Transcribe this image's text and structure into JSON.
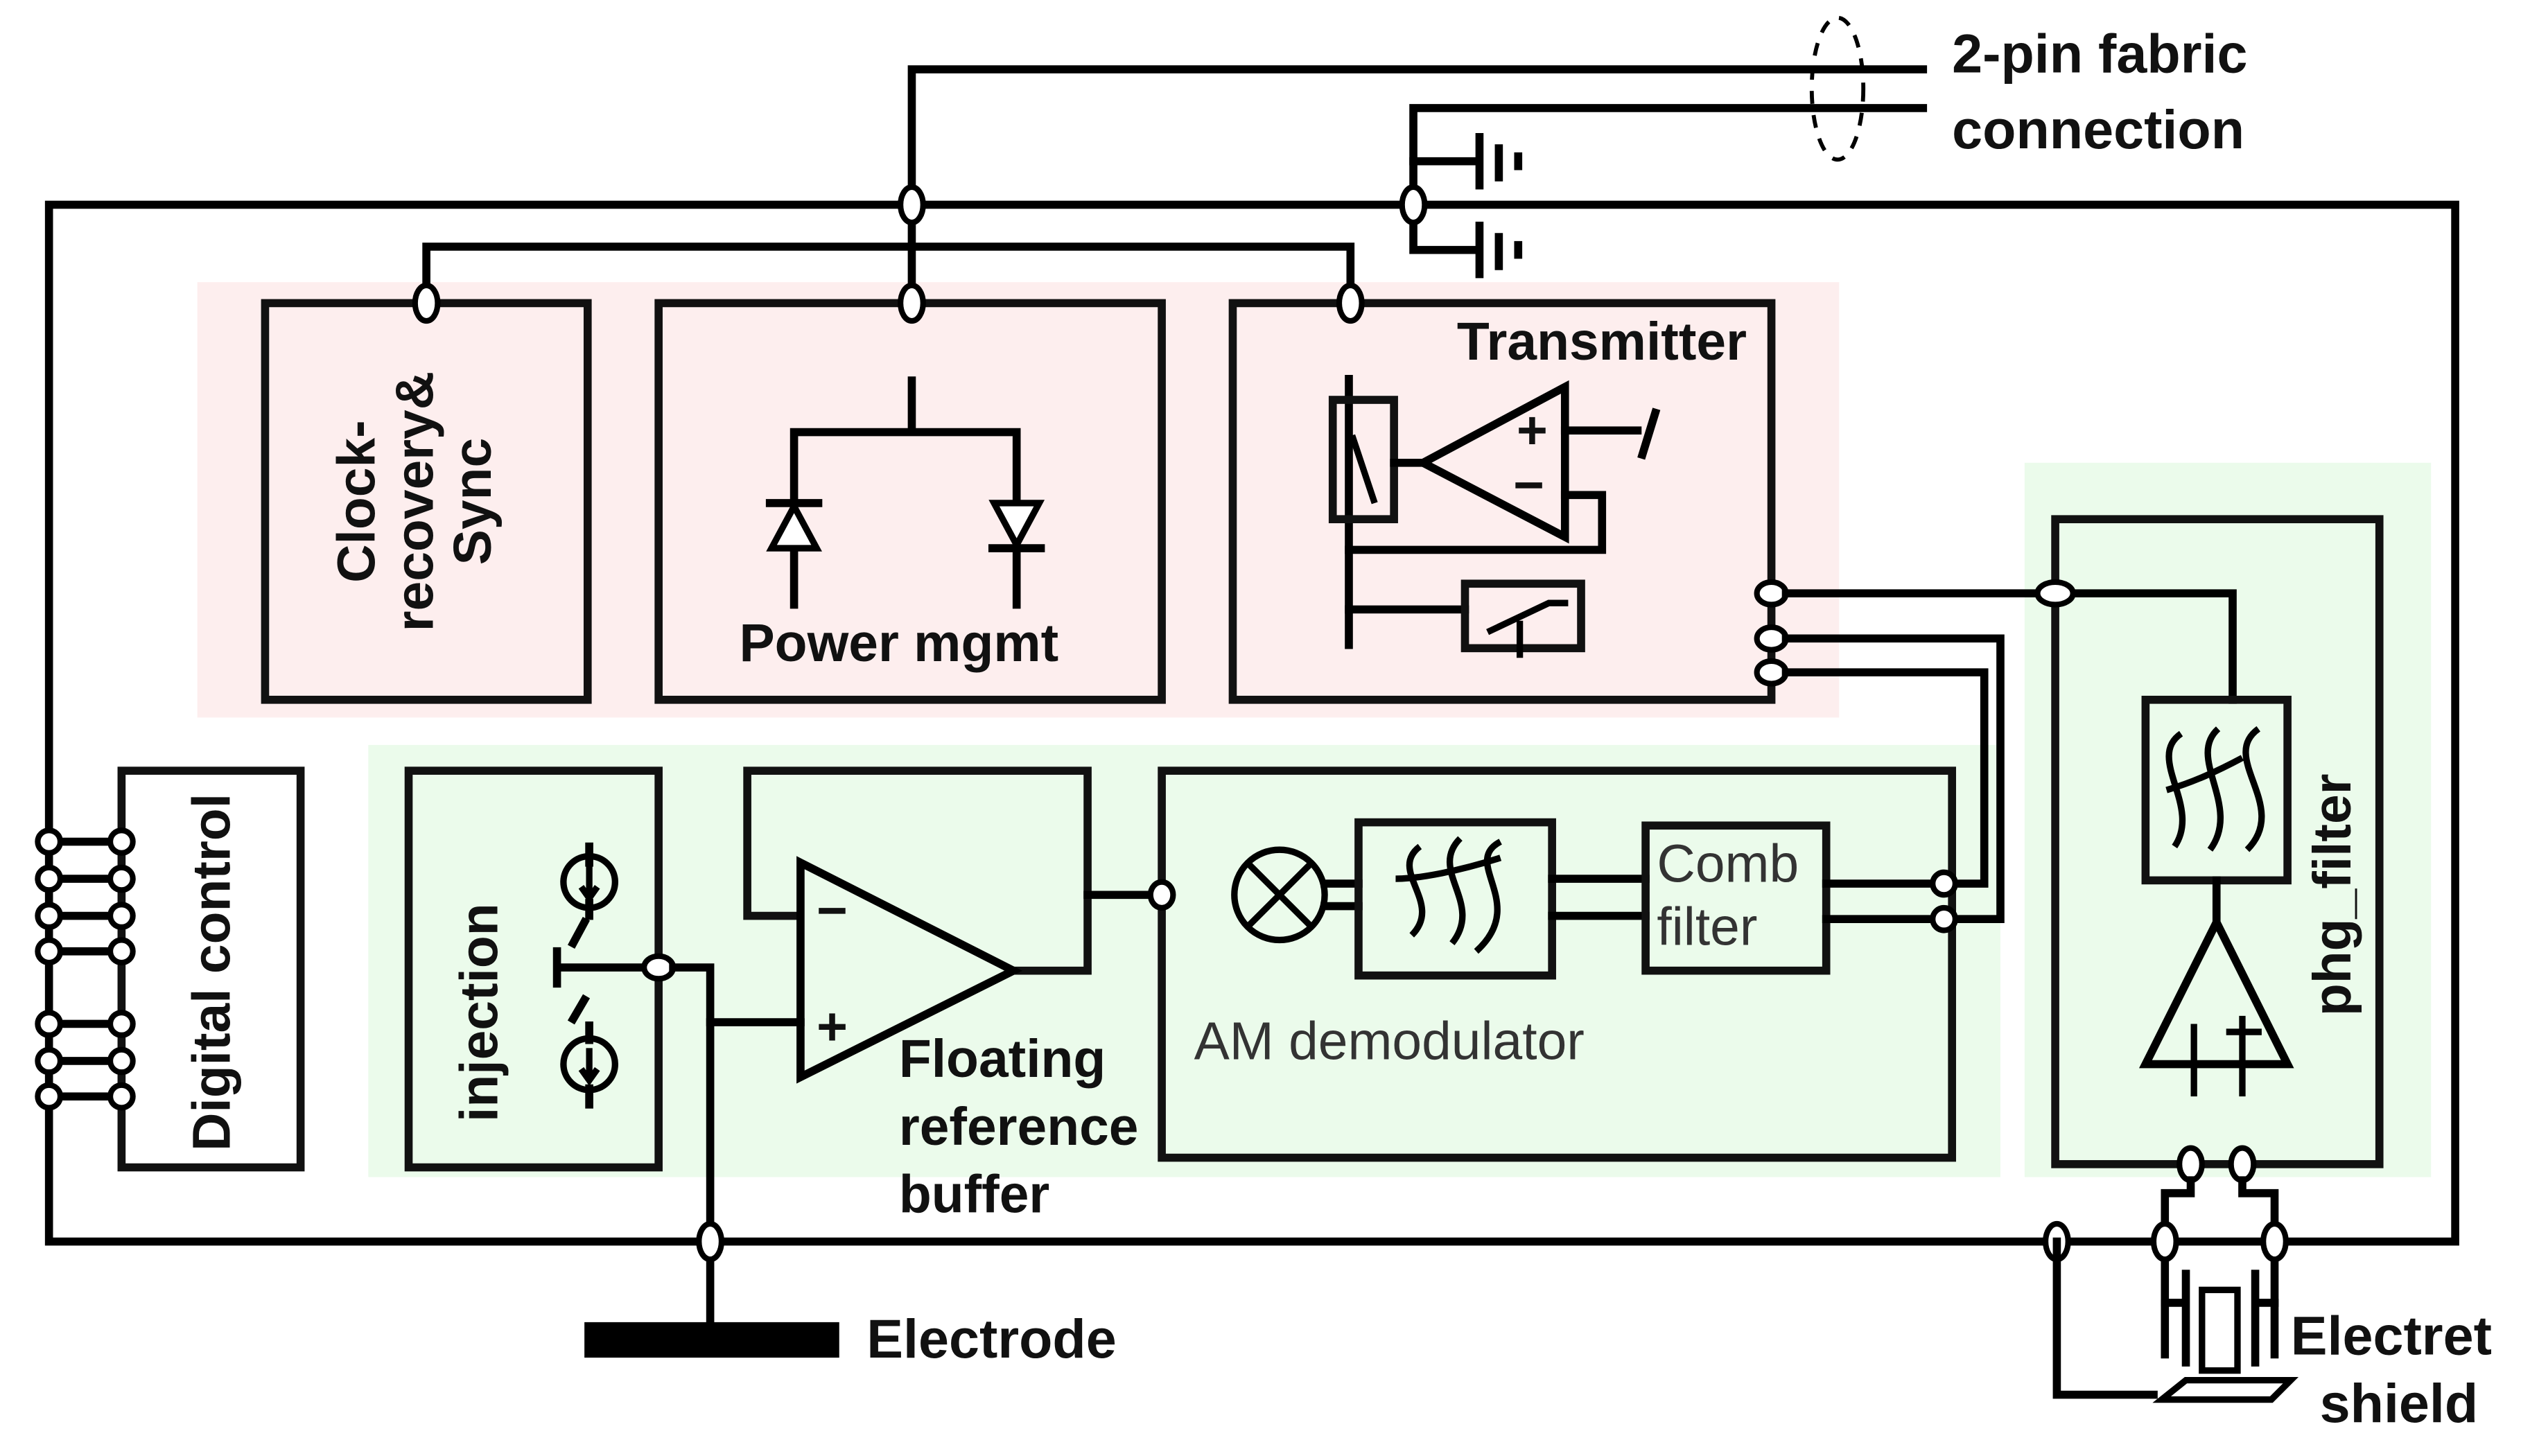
{
  "diagram": {
    "regions": {
      "pink_color": "#fdeeee",
      "green_color": "#ebfbeb"
    },
    "labels": {
      "fabric_connection_line1": "2-pin fabric",
      "fabric_connection_line2": "connection",
      "clock_line1": "Clock-",
      "clock_line2": "recovery&",
      "clock_line3": "Sync",
      "power": "Power mgmt",
      "transmitter": "Transmitter",
      "digital_control": "Digital control",
      "injection": "injection",
      "floating_line1": "Floating",
      "floating_line2": "reference",
      "floating_line3": "buffer",
      "am_demodulator": "AM demodulator",
      "comb_line1": "Comb",
      "comb_line2": "filter",
      "phg_filter": "phg_filter",
      "electrode": "Electrode",
      "electret_line1": "Electret",
      "electret_line2": "shield",
      "plus": "+",
      "minus": "−"
    }
  }
}
